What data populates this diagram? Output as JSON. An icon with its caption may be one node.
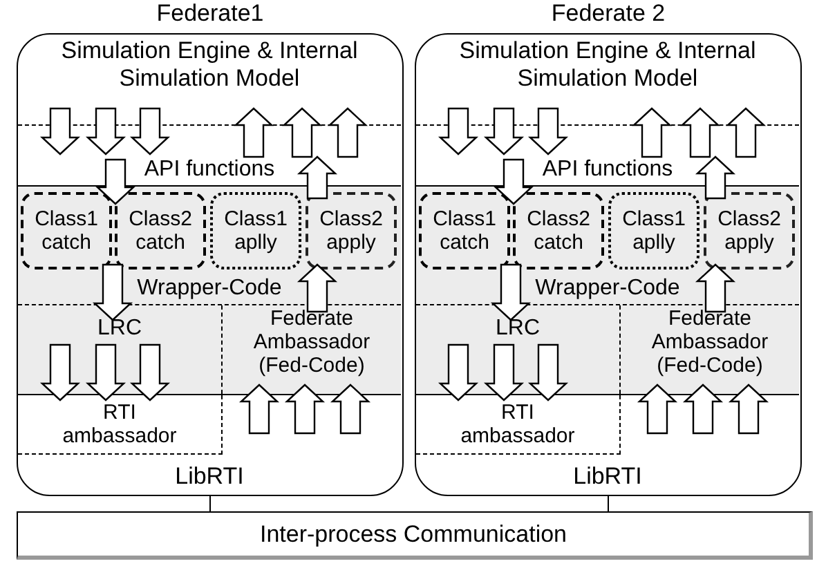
{
  "diagram": {
    "nodes": [
      {
        "text": [
          "Federate1"
        ]
      },
      {
        "text": [
          "Simulation Engine & Internal Simulation Model"
        ],
        "in": 0
      },
      {
        "text": [
          "API functions"
        ],
        "in": 0
      },
      {
        "text": [
          "Wrapper-Code"
        ],
        "in": 0
      },
      {
        "text": [
          "Class1 catch"
        ],
        "in": 3
      },
      {
        "text": [
          "Class2 catch"
        ],
        "in": 3
      },
      {
        "text": [
          "Class1 aplly"
        ],
        "in": 3
      },
      {
        "text": [
          "Class2 apply"
        ],
        "in": 3
      },
      {
        "text": [
          "LRC"
        ],
        "in": 0
      },
      {
        "text": [
          "Federate Ambassador (Fed-Code)"
        ],
        "in": 0
      },
      {
        "text": [
          "LibRTI"
        ],
        "in": 0
      },
      {
        "text": [
          "RTI ambassador"
        ],
        "in": 10
      },
      {
        "text": [
          "Federate 2"
        ]
      },
      {
        "text": [
          "Simulation Engine & Internal Simulation Model"
        ],
        "in": 12
      },
      {
        "text": [
          "API functions"
        ],
        "in": 12
      },
      {
        "text": [
          "Wrapper-Code"
        ],
        "in": 12
      },
      {
        "text": [
          "Class1 catch"
        ],
        "in": 15
      },
      {
        "text": [
          "Class2 catch"
        ],
        "in": 15
      },
      {
        "text": [
          "Class1 aplly"
        ],
        "in": 15
      },
      {
        "text": [
          "Class2 apply"
        ],
        "in": 15
      },
      {
        "text": [
          "LRC"
        ],
        "in": 12
      },
      {
        "text": [
          "Federate Ambassador (Fed-Code)"
        ],
        "in": 12
      },
      {
        "text": [
          "LibRTI"
        ],
        "in": 12
      },
      {
        "text": [
          "RTI ambassador"
        ],
        "in": 22
      },
      {
        "text": [
          "Inter-process Communication"
        ]
      }
    ],
    "edges": [
      {
        "from": 1,
        "to": 2,
        "arrow": "to"
      },
      {
        "from": 1,
        "to": 2,
        "arrow": "to"
      },
      {
        "from": 1,
        "to": 2,
        "arrow": "to"
      },
      {
        "from": 2,
        "to": 1,
        "arrow": "to"
      },
      {
        "from": 2,
        "to": 1,
        "arrow": "to"
      },
      {
        "from": 2,
        "to": 1,
        "arrow": "to"
      },
      {
        "from": 2,
        "to": 4,
        "arrow": "to"
      },
      {
        "from": 4,
        "to": 8,
        "arrow": "to"
      },
      {
        "from": 7,
        "to": 2,
        "arrow": "to"
      },
      {
        "from": 9,
        "to": 7,
        "arrow": "to"
      },
      {
        "from": 8,
        "to": 11,
        "arrow": "to"
      },
      {
        "from": 8,
        "to": 11,
        "arrow": "to"
      },
      {
        "from": 8,
        "to": 11,
        "arrow": "to"
      },
      {
        "from": 10,
        "to": 9,
        "arrow": "to"
      },
      {
        "from": 10,
        "to": 9,
        "arrow": "to"
      },
      {
        "from": 10,
        "to": 9,
        "arrow": "to"
      },
      {
        "from": 13,
        "to": 14,
        "arrow": "to"
      },
      {
        "from": 13,
        "to": 14,
        "arrow": "to"
      },
      {
        "from": 13,
        "to": 14,
        "arrow": "to"
      },
      {
        "from": 14,
        "to": 13,
        "arrow": "to"
      },
      {
        "from": 14,
        "to": 13,
        "arrow": "to"
      },
      {
        "from": 14,
        "to": 13,
        "arrow": "to"
      },
      {
        "from": 14,
        "to": 16,
        "arrow": "to"
      },
      {
        "from": 16,
        "to": 20,
        "arrow": "to"
      },
      {
        "from": 19,
        "to": 14,
        "arrow": "to"
      },
      {
        "from": 21,
        "to": 19,
        "arrow": "to"
      },
      {
        "from": 20,
        "to": 23,
        "arrow": "to"
      },
      {
        "from": 20,
        "to": 23,
        "arrow": "to"
      },
      {
        "from": 20,
        "to": 23,
        "arrow": "to"
      },
      {
        "from": 22,
        "to": 21,
        "arrow": "to"
      },
      {
        "from": 22,
        "to": 21,
        "arrow": "to"
      },
      {
        "from": 22,
        "to": 21,
        "arrow": "to"
      },
      {
        "from": 0,
        "to": 24,
        "arrow": "none"
      },
      {
        "from": 12,
        "to": 24,
        "arrow": "none"
      }
    ]
  }
}
